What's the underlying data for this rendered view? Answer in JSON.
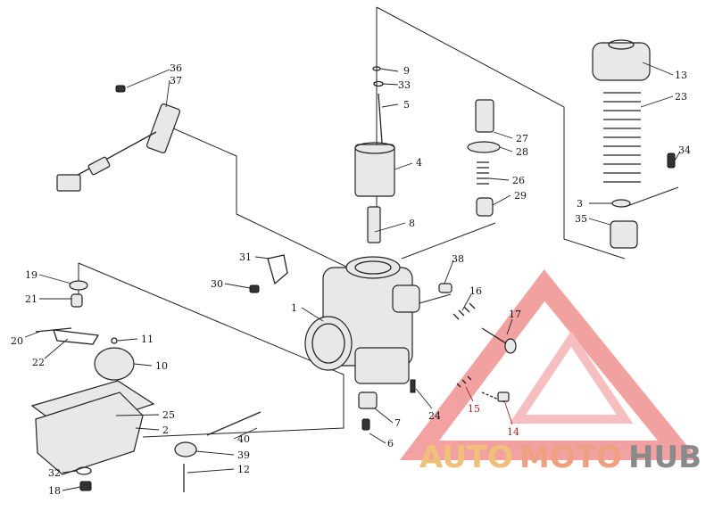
{
  "watermark": {
    "part1": "AUTO",
    "part2": "MOTO",
    "part3": "HUB"
  },
  "callouts": {
    "c36": "36",
    "c37": "37",
    "c9": "9",
    "c33": "33",
    "c5": "5",
    "c4": "4",
    "c13": "13",
    "c23": "23",
    "c27": "27",
    "c28": "28",
    "c26": "26",
    "c29": "29",
    "c34": "34",
    "c3": "3",
    "c35": "35",
    "c8": "8",
    "c31": "31",
    "c30": "30",
    "c19": "19",
    "c21": "21",
    "c20": "20",
    "c22": "22",
    "c11": "11",
    "c10": "10",
    "c1": "1",
    "c38": "38",
    "c16": "16",
    "c17": "17",
    "c15": "15",
    "c14": "14",
    "c24": "24",
    "c7": "7",
    "c6": "6",
    "c25": "25",
    "c2": "2",
    "c40": "40",
    "c39": "39",
    "c12": "12",
    "c32": "32",
    "c18": "18"
  }
}
